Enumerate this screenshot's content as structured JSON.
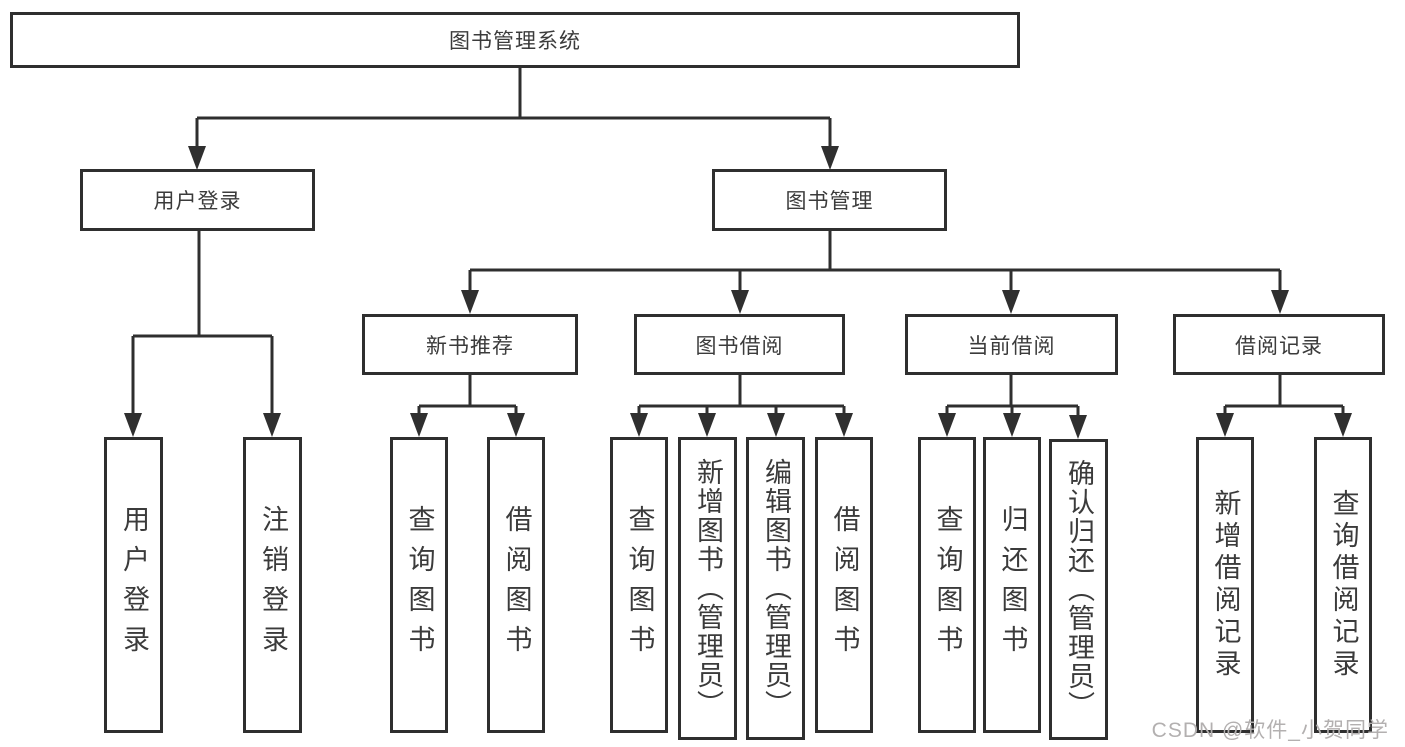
{
  "diagram_type": "hierarchy-tree",
  "colors": {
    "background": "#ffffff",
    "line": "#2f2f2f",
    "box_border": "#2f2f2f",
    "text": "#3b3b3b",
    "watermark": "#b3b0b0"
  },
  "tree": {
    "root": {
      "label": "图书管理系统",
      "children": [
        {
          "label": "用户登录",
          "children": [
            {
              "label": "用户登录"
            },
            {
              "label": "注销登录"
            }
          ]
        },
        {
          "label": "图书管理",
          "children": [
            {
              "label": "新书推荐",
              "children": [
                {
                  "label": "查询图书"
                },
                {
                  "label": "借阅图书"
                }
              ]
            },
            {
              "label": "图书借阅",
              "children": [
                {
                  "label": "查询图书"
                },
                {
                  "label": "新增图书（管理员）"
                },
                {
                  "label": "编辑图书（管理员）"
                },
                {
                  "label": "借阅图书"
                }
              ]
            },
            {
              "label": "当前借阅",
              "children": [
                {
                  "label": "查询图书"
                },
                {
                  "label": "归还图书"
                },
                {
                  "label": "确认归还（管理员）"
                }
              ]
            },
            {
              "label": "借阅记录",
              "children": [
                {
                  "label": "新增借阅记录"
                },
                {
                  "label": "查询借阅记录"
                }
              ]
            }
          ]
        }
      ]
    }
  },
  "watermark": {
    "text": "CSDN @软件_小贺同学"
  }
}
